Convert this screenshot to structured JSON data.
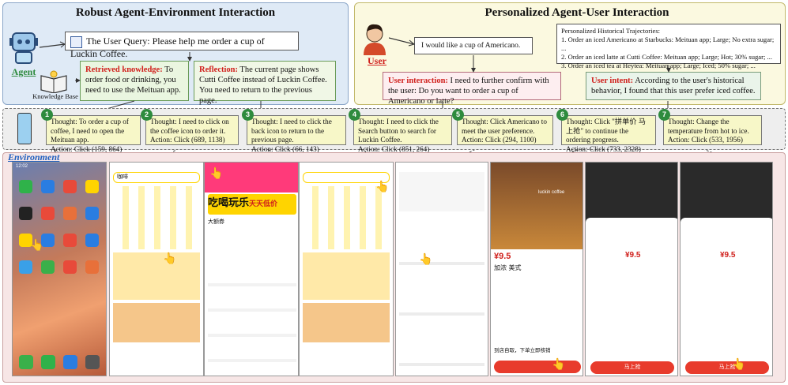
{
  "left_panel": {
    "title": "Robust Agent-Environment Interaction",
    "agent_label": "Agent",
    "query": "The User Query: Please help me order a cup of Luckin Coffee.",
    "knowledge_base_label": "Knowledge Base",
    "retrieved_label": "Retrieved knowledge:",
    "retrieved_text": " To order food or drinking, you need to use the Meituan app.",
    "reflection_label": "Reflection:",
    "reflection_text": " The current page shows Cutti Coffee instead of Luckin Coffee. You need to return to the previous page."
  },
  "right_panel": {
    "title": "Personalized Agent-User Interaction",
    "user_label": "User",
    "user_message": "I would like a cup of Americano.",
    "history_title": "Personalized Historical Trajectories:",
    "history": [
      "1. Order an iced Americano at Starbucks: Meituan app; Large; No extra sugar; ...",
      "2. Order an iced latte at Cutti Coffee: Meituan app; Large; Hot; 30% sugar; ...",
      "3. Order an iced tea at Heytea: Meituan app; Large; Iced; 50% sugar; ..."
    ],
    "interaction_label": "User interaction:",
    "interaction_text": " I need to further confirm with the user: Do you want to order a cup of Americano or latte?",
    "intent_label": "User intent:",
    "intent_text": " According to the user's historical behavior, I found that this user prefer iced coffee."
  },
  "thoughts": [
    {
      "num": "1",
      "thought": "Thought: To order a cup of coffee, I need to open the Meituan app.",
      "action": "Action: Click (159, 864)"
    },
    {
      "num": "2",
      "thought": "Thought: I need to click on the coffee icon to order it.",
      "action": "Action: Click (689, 1138)"
    },
    {
      "num": "3",
      "thought": "Thought: I need to click the back icon to return to the previous page.",
      "action": "Action: Click (66, 143)"
    },
    {
      "num": "4",
      "thought": "Thought: I need to click the Search button to search for Luckin Coffee.",
      "action": "Action: Click (851, 264)"
    },
    {
      "num": "5",
      "thought": "Thought: Click Americano to meet the user preference.",
      "action": "Action: Click (294, 1100)"
    },
    {
      "num": "6",
      "thought": "Thought: Click \"拼单价 马上抢\" to continue the ordering progress.",
      "action": "Action: Click (733, 2328)"
    },
    {
      "num": "7",
      "thought": "Thought: Change the temperature from hot to ice.",
      "action": "Action: Click (533, 1956)"
    }
  ],
  "environment_label": "Environment",
  "screens": {
    "s1_time": "12:02",
    "s2_search": "咖啡",
    "s3_banner1": "吃喝玩乐",
    "s3_banner2": "天天低价",
    "s3_subtitle": "大额券",
    "s6_brand": "luckin coffee",
    "s6_price": "¥9.5",
    "s6_item": "加浓 美式",
    "s6_bottom": "到店自取，下单立即核销",
    "s7_price": "¥9.5",
    "s7_button": "马上抢",
    "s8_price": "¥9.5",
    "s8_button": "马上抢"
  },
  "colors": {
    "agent_green": "#2e8b3e",
    "highlight_red": "#d0201c",
    "env_blue": "#1f5fbf",
    "meituan_yellow": "#ffd400"
  }
}
